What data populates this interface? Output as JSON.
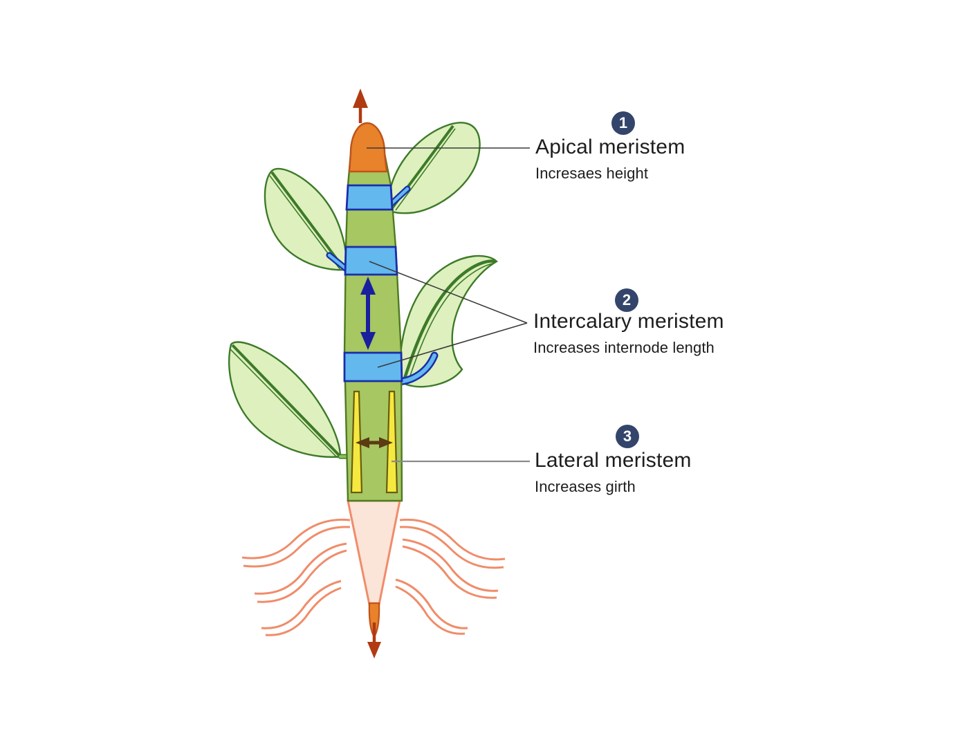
{
  "diagram": {
    "title_present": false,
    "subject": "plant-meristem-types",
    "background_color": "#FFFFFF"
  },
  "colors": {
    "apical_meristem_fill": "#E8822B",
    "apical_meristem_stroke": "#C0531A",
    "intercalary_fill": "#63B8EE",
    "intercalary_stroke": "#1A2DAA",
    "lateral_fill": "#F5E93F",
    "lateral_stroke": "#6B5B10",
    "stem_fill": "#A7C martin",
    "stem_fill_hex": "#A6C761",
    "stem_stroke": "#4F7A22",
    "leaf_fill": "#DDF0BE",
    "leaf_stroke": "#3D7A28",
    "root_fill": "#FBE4D8",
    "root_stroke": "#F08C6A",
    "growth_arrow_vertical": "#B03A12",
    "internode_arrow": "#1A1F9E",
    "girth_arrow": "#5C3A12",
    "badge_background": "#33456B",
    "badge_text": "#FFFFFF",
    "leader_line": "#3A3A3A",
    "leader_line_gray": "#8A8A8A"
  },
  "labels": [
    {
      "number": "1",
      "title": "Apical meristem",
      "subtitle": "Incresaes height",
      "target": "shoot-apical-meristem"
    },
    {
      "number": "2",
      "title": "Intercalary meristem",
      "subtitle": "Increases internode length",
      "target": "intercalary-meristem-bands"
    },
    {
      "number": "3",
      "title": "Lateral meristem",
      "subtitle": "Increases girth",
      "target": "lateral-meristem-strips"
    }
  ],
  "plant_parts": {
    "shoot_tip": "apical-meristem-shoot",
    "root_tip": "apical-meristem-root",
    "intercalary_band_count": 3,
    "lateral_strip_count": 2,
    "leaf_count": 4,
    "lateral_root_count": 6,
    "up_arrow": "height-growth-arrow-up",
    "down_arrow": "height-growth-arrow-down",
    "internode_arrow": "internode-length-arrow",
    "girth_arrow": "girth-growth-arrow"
  }
}
